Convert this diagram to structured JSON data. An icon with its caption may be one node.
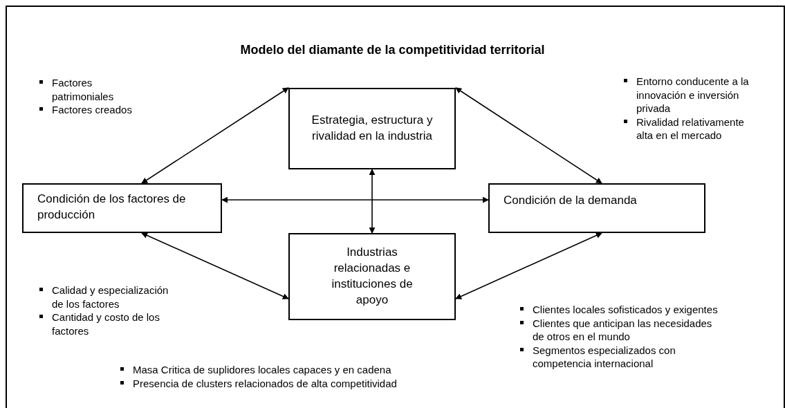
{
  "diagram": {
    "title": "Modelo del diamante de la competitividad territorial",
    "nodes": [
      {
        "text": [
          "Estrategia, estructura y rivalidad en la industria"
        ]
      },
      {
        "text": [
          "Condición de los factores de producción"
        ]
      },
      {
        "text": [
          "Condición de la demanda"
        ]
      },
      {
        "text": [
          "Industrias relacionadas e instituciones de apoyo"
        ]
      }
    ],
    "edges": [
      {
        "from": 0,
        "to": 1,
        "arrow": "both"
      },
      {
        "from": 0,
        "to": 2,
        "arrow": "both"
      },
      {
        "from": 1,
        "to": 2,
        "arrow": "both"
      },
      {
        "from": 0,
        "to": 3,
        "arrow": "both"
      },
      {
        "from": 1,
        "to": 3,
        "arrow": "both"
      },
      {
        "from": 2,
        "to": 3,
        "arrow": "both"
      }
    ],
    "labels": [
      "Factores patrimoniales",
      "Factores creados",
      "Entorno conducente a la innovación e inversión privada",
      "Rivalidad relativamente alta en el mercado",
      "Calidad y especialización de los factores",
      "Cantidad y costo de los factores",
      "Clientes locales sofisticados y exigentes",
      "Clientes que anticipan las necesidades de otros en el mundo",
      "Segmentos especializados con competencia internacional",
      "Masa Critica de suplidores locales capaces y en cadena",
      "Presencia de clusters relacionados de alta competitividad"
    ]
  }
}
